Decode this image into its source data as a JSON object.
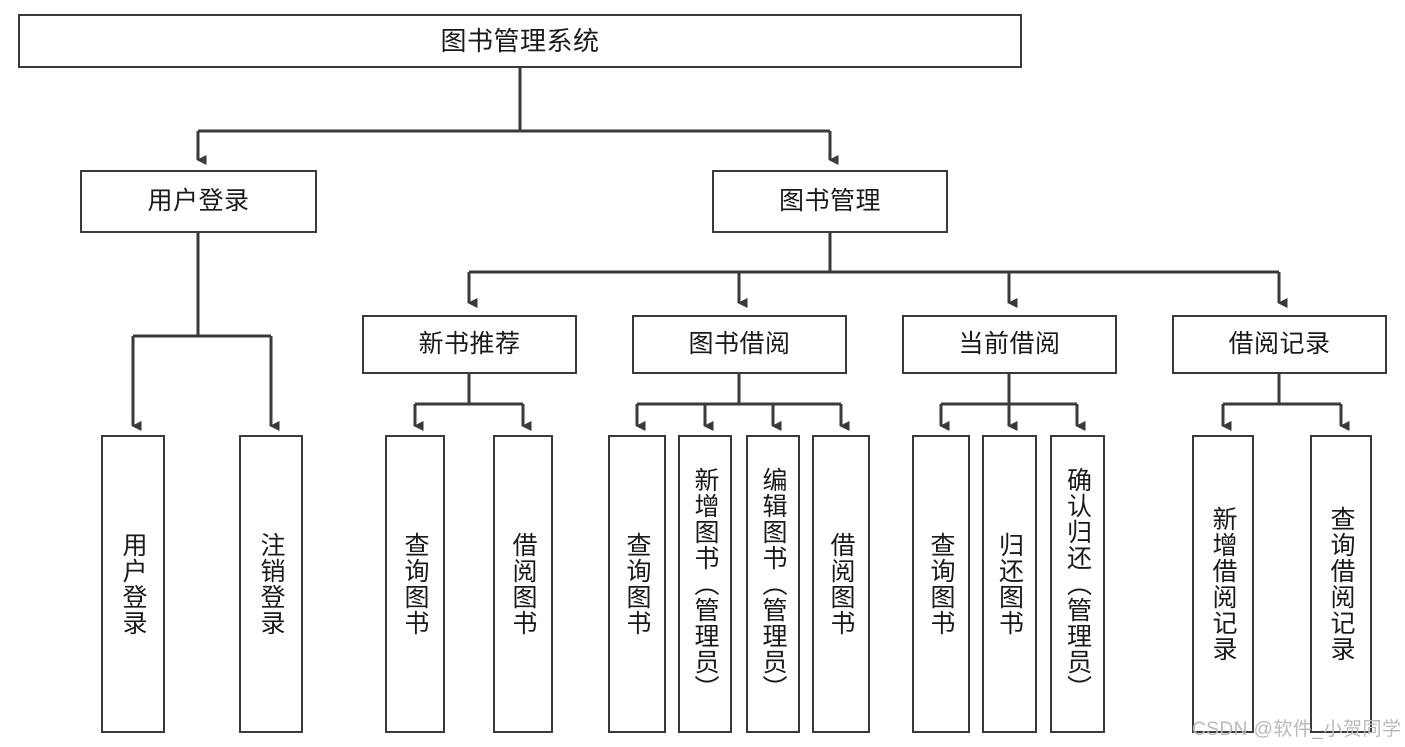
{
  "diagram": {
    "title": "图书管理系统",
    "type": "hierarchy-tree",
    "root": {
      "id": "root",
      "label": "图书管理系统"
    },
    "level2": [
      {
        "id": "user-login",
        "label": "用户登录"
      },
      {
        "id": "book-management",
        "label": "图书管理"
      }
    ],
    "level3": [
      {
        "id": "new-book-recommend",
        "label": "新书推荐",
        "parent": "book-management"
      },
      {
        "id": "book-borrow",
        "label": "图书借阅",
        "parent": "book-management"
      },
      {
        "id": "current-borrow",
        "label": "当前借阅",
        "parent": "book-management"
      },
      {
        "id": "borrow-record",
        "label": "借阅记录",
        "parent": "book-management"
      }
    ],
    "leaves": [
      {
        "id": "leaf-user-login",
        "label": "用户登录",
        "parent": "user-login"
      },
      {
        "id": "leaf-logout-login",
        "label": "注销登录",
        "parent": "user-login"
      },
      {
        "id": "leaf-query-book-1",
        "label": "查询图书",
        "parent": "new-book-recommend"
      },
      {
        "id": "leaf-borrow-book-1",
        "label": "借阅图书",
        "parent": "new-book-recommend"
      },
      {
        "id": "leaf-query-book-2",
        "label": "查询图书",
        "parent": "book-borrow"
      },
      {
        "id": "leaf-add-book-admin",
        "label": "新增图书（管理员）",
        "parent": "book-borrow"
      },
      {
        "id": "leaf-edit-book-admin",
        "label": "编辑图书（管理员）",
        "parent": "book-borrow"
      },
      {
        "id": "leaf-borrow-book-2",
        "label": "借阅图书",
        "parent": "book-borrow"
      },
      {
        "id": "leaf-query-book-3",
        "label": "查询图书",
        "parent": "current-borrow"
      },
      {
        "id": "leaf-return-book",
        "label": "归还图书",
        "parent": "current-borrow"
      },
      {
        "id": "leaf-confirm-return-admin",
        "label": "确认归还（管理员）",
        "parent": "current-borrow"
      },
      {
        "id": "leaf-add-borrow-record",
        "label": "新增借阅记录",
        "parent": "borrow-record"
      },
      {
        "id": "leaf-query-borrow-record",
        "label": "查询借阅记录",
        "parent": "borrow-record"
      }
    ]
  },
  "watermark": {
    "text": "CSDN @软件_小贺同学"
  },
  "colors": {
    "stroke": "#3a3a3a",
    "text": "#1a1a1a",
    "background": "#ffffff",
    "watermark": "#b9b9b9"
  }
}
